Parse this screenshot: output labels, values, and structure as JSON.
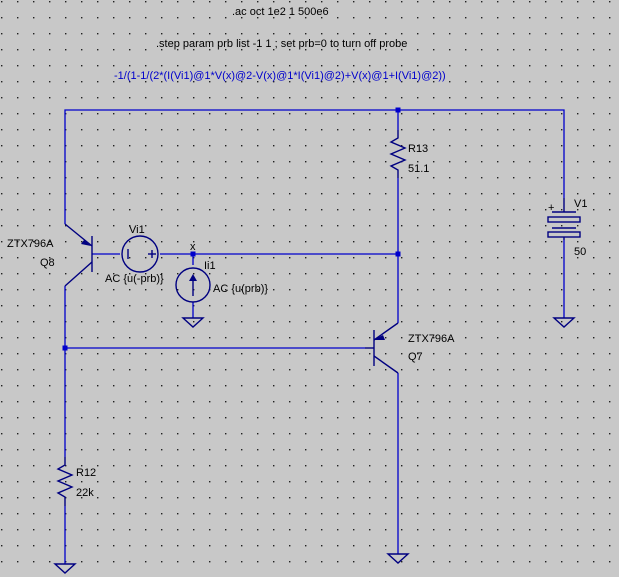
{
  "directives": {
    "ac": ".ac oct 1e2 1 500e6",
    "step": ".step param prb list -1 1 ; set prb=0 to turn off probe",
    "expression": "-1/(1-1/(2*(I(Vi1)@1*V(x)@2-V(x)@1*I(Vi1)@2)+V(x)@1+I(Vi1)@2))"
  },
  "components": {
    "q8": {
      "model": "ZTX796A",
      "name": "Q8"
    },
    "q7": {
      "model": "ZTX796A",
      "name": "Q7"
    },
    "vi1": {
      "name": "Vi1",
      "value": "AC {u(-prb)}"
    },
    "ii1": {
      "name": "Ii1",
      "value": "AC {u(prb)}"
    },
    "r13": {
      "name": "R13",
      "value": "51.1"
    },
    "r12": {
      "name": "R12",
      "value": "22k"
    },
    "v1": {
      "name": "V1",
      "value": "50",
      "plus": "+"
    },
    "node_x": {
      "label": "x"
    }
  },
  "colors": {
    "background": "#c8c8c8",
    "wire": "#0000cc",
    "component": "#000080",
    "grid_dot": "#202020"
  }
}
